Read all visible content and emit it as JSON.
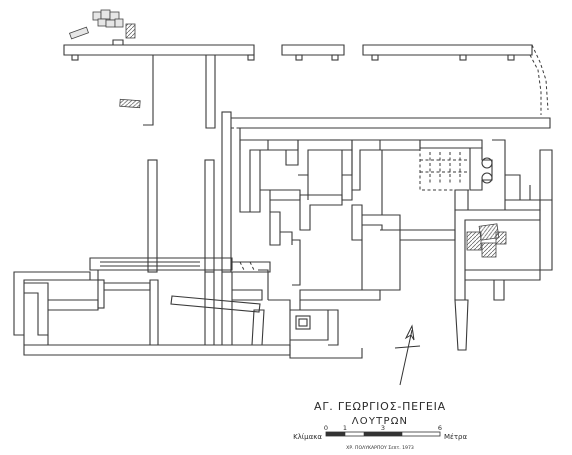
{
  "plan": {
    "title": "ΑΓ. ΓΕΩΡΓΙΟΣ-ΠΕΓΕΙΑ",
    "subtitle": "ΛΟΥΤΡΩΝ",
    "scale": {
      "left_word": "Κλίμακα",
      "right_word": "Μέτρα",
      "ticks": [
        "0",
        "1",
        "3",
        "6"
      ]
    },
    "credit": "ΧΡ. ΠΟΛΥΚΑΡΠΟΥ  Σεπτ. 1973"
  },
  "north_arrow_icon": "north-arrow-icon"
}
